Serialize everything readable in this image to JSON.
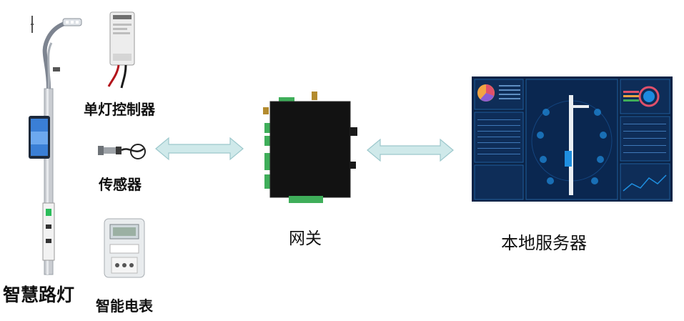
{
  "labels": {
    "pole": "智慧路灯",
    "controller": "单灯控制器",
    "sensor": "传感器",
    "meter": "智能电表",
    "gateway": "网关",
    "server": "本地服务器"
  },
  "icons": {
    "pole": "street-light-pole-icon",
    "controller": "controller-module-icon",
    "sensor": "sensor-probe-icon",
    "meter": "electric-meter-icon",
    "gateway": "gateway-box-icon",
    "server": "dashboard-screen-icon"
  },
  "colors": {
    "arrow_fill": "#cfe9ea",
    "arrow_stroke": "#9cc8cc",
    "gateway_body": "#121212",
    "terminal_green": "#3fae5a",
    "dashboard_bg": "#0b2346",
    "dashboard_accent": "#1f8fe0"
  }
}
